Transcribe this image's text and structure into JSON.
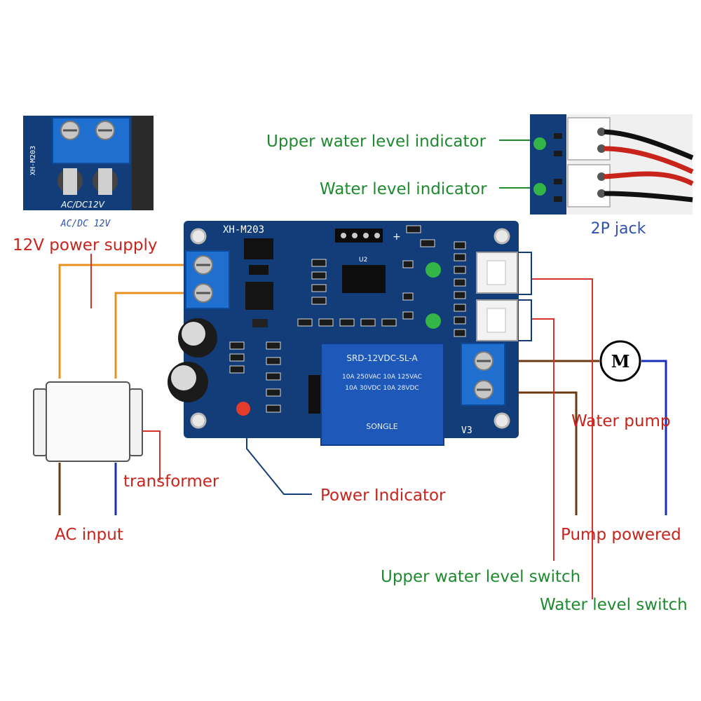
{
  "board": {
    "model": "XH-M203",
    "relay_text": [
      "SRD-12VDC-SL-A",
      "10A 250VAC 10A 125VAC",
      "10A 30VDC 10A 28VDC",
      "SONGLE"
    ],
    "silkscreen_v3": "V3",
    "chip_label": "U2",
    "terminal_mark": "+"
  },
  "inset_power": {
    "caption": "AC/DC 12V",
    "silk": "AC/DC12V",
    "model_silk": "XH-M203"
  },
  "inset_jack": {
    "caption": "2P jack"
  },
  "labels": {
    "power_supply": "12V power supply",
    "transformer": "transformer",
    "ac_input": "AC input",
    "power_indicator": "Power Indicator",
    "upper_indicator": "Upper water level indicator",
    "level_indicator": "Water level indicator",
    "water_pump": "Water pump",
    "pump_powered": "Pump powered",
    "upper_switch": "Upper water level switch",
    "level_switch": "Water level switch",
    "motor": "M"
  },
  "colors": {
    "label_red": "#c8241c",
    "label_green": "#1e8a2e",
    "caption_blue": "#2f52b0",
    "pcb_blue": "#123d79",
    "terminal_blue": "#1f6fd0",
    "wire_orange": "#e8901e",
    "wire_brown": "#6b3a12",
    "wire_blue": "#1a2fb8",
    "wire_red": "#d6322a"
  }
}
